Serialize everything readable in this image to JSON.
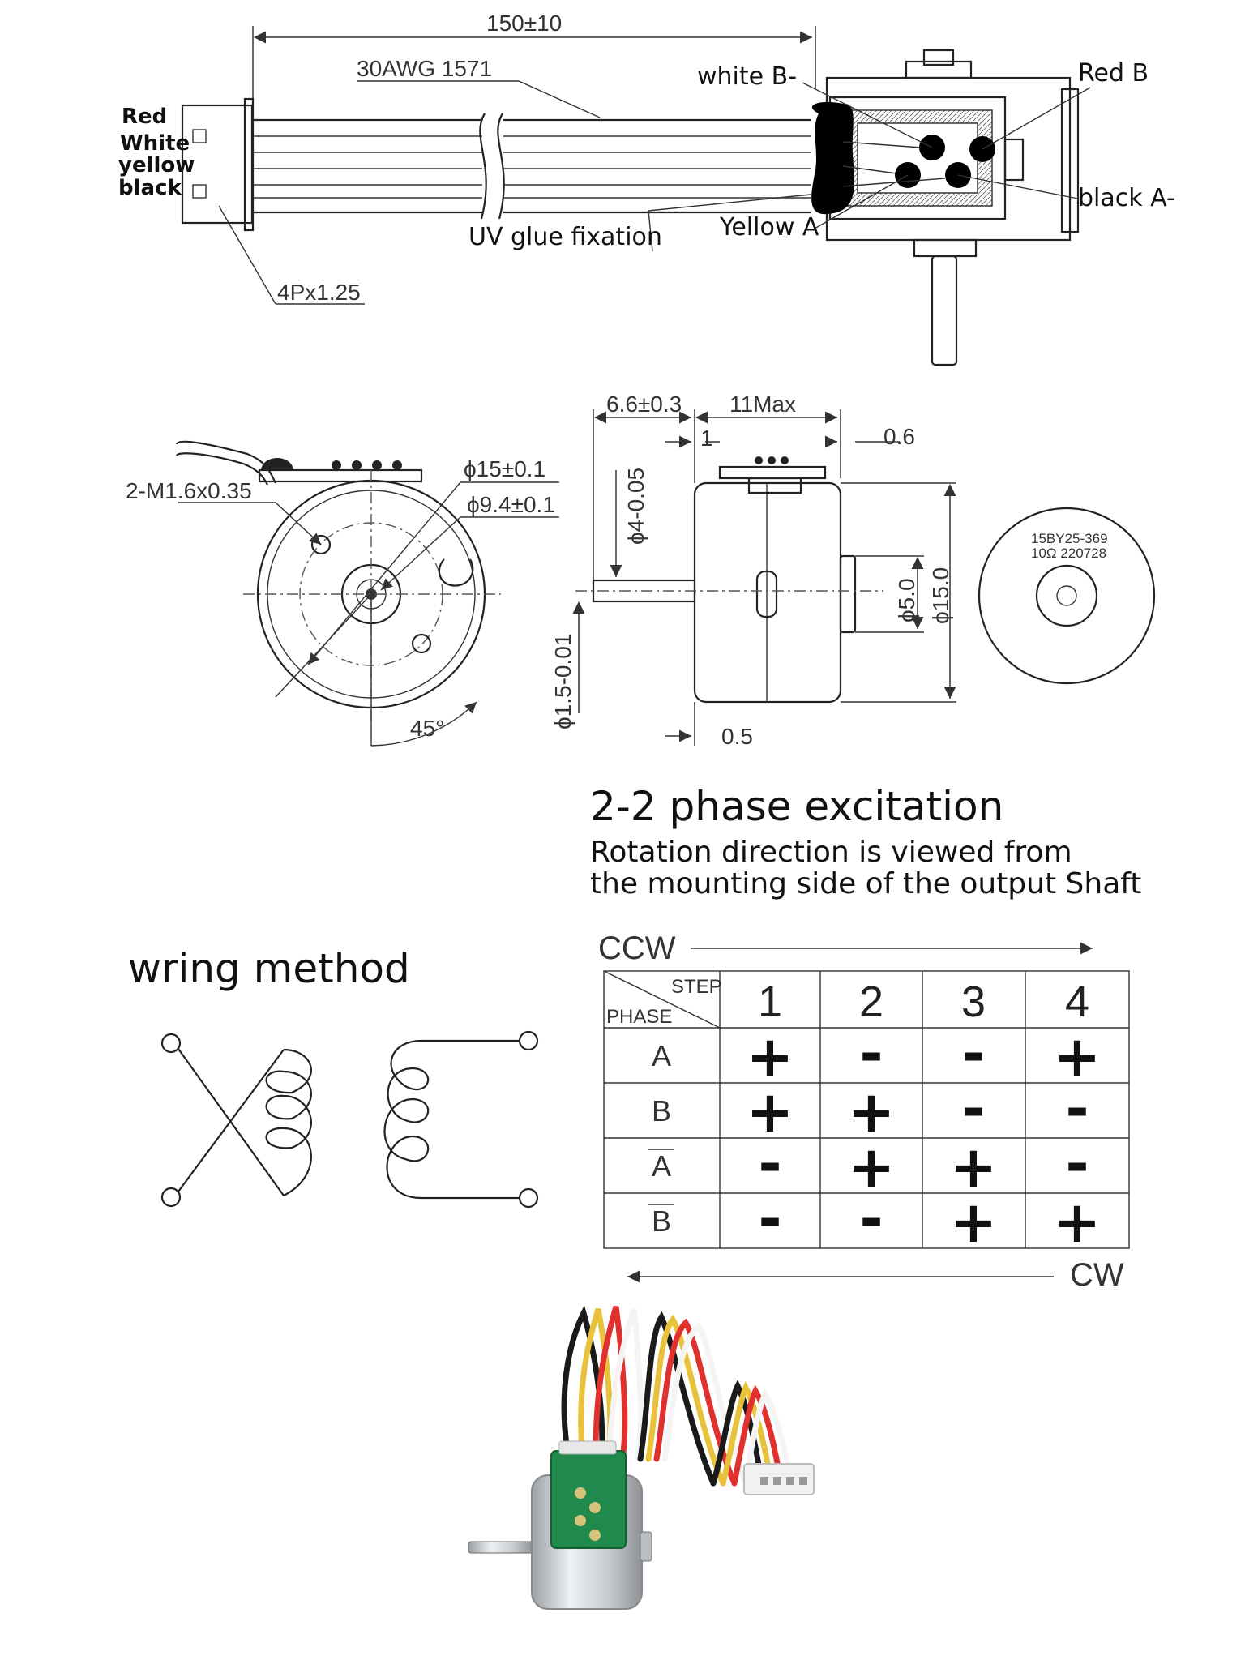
{
  "drawing": {
    "cable_length": "150±10",
    "wire_spec": "30AWG 1571",
    "connector_pitch": "4Px1.25",
    "glue_note": "UV glue fixation",
    "connector_wires": [
      "Red",
      "White",
      "yellow",
      "black"
    ],
    "pad_labels": {
      "white_b_minus": "white B-",
      "red_b": "Red B",
      "black_a_minus": "black A-",
      "yellow_a": "Yellow A"
    },
    "front_view": {
      "screw_spec": "2-M1.6x0.35",
      "dia_outer": "ϕ15±0.1",
      "dia_inner": "ϕ9.4±0.1",
      "angle": "45°"
    },
    "side_view": {
      "dim_shaft_len": "6.6±0.3",
      "dim_body_len": "11Max",
      "dim_one": "1",
      "dim_gap": "0.6",
      "dim_shaft_dia": "ϕ4-0.05",
      "dim_boss_dia": "ϕ5.0",
      "dim_body_dia": "ϕ15.0",
      "dim_pin_dia": "ϕ1.5-0.01",
      "dim_flange": "0.5"
    },
    "end_view": {
      "model": "15BY25-369",
      "marking": "10Ω 220728"
    }
  },
  "excitation": {
    "title": "2-2 phase excitation",
    "subtitle_line1": "Rotation direction is viewed from",
    "subtitle_line2": "the mounting side of the output Shaft",
    "ccw_label": "CCW",
    "cw_label": "CW",
    "header_step": "STEP",
    "header_phase": "PHASE",
    "steps": [
      "1",
      "2",
      "3",
      "4"
    ],
    "rows": [
      {
        "phase": "A",
        "overbar": false,
        "values": [
          "+",
          "-",
          "-",
          "+"
        ]
      },
      {
        "phase": "B",
        "overbar": false,
        "values": [
          "+",
          "+",
          "-",
          "-"
        ]
      },
      {
        "phase": "A",
        "overbar": true,
        "values": [
          "-",
          "+",
          "+",
          "-"
        ]
      },
      {
        "phase": "B",
        "overbar": true,
        "values": [
          "-",
          "-",
          "+",
          "+"
        ]
      }
    ]
  },
  "wiring": {
    "title": "wring method"
  },
  "photo": {
    "wire_colors": [
      "#1a1a1a",
      "#e8c23a",
      "#e0312e",
      "#f4f4f4"
    ],
    "pcb_color": "#1f8a4c",
    "body_color": "#cfd3d6"
  }
}
